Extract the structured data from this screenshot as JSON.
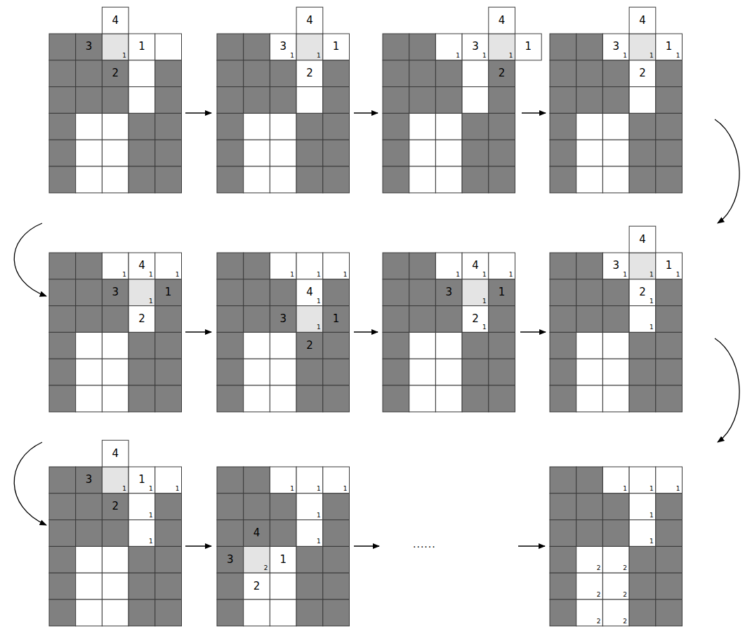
{
  "diagram": {
    "labels": [
      "4",
      "3",
      "1",
      "1",
      "2",
      "4",
      "3",
      "1",
      "1",
      "1",
      "2",
      "4",
      "1",
      "3",
      "1",
      "1",
      "1",
      "2",
      "4",
      "3",
      "1",
      "1",
      "1",
      "1",
      "2",
      "1",
      "4",
      "1",
      "1",
      "3",
      "1",
      "1",
      "2",
      "1",
      "1",
      "1",
      "4",
      "1",
      "3",
      "1",
      "1",
      "2",
      "1",
      "4",
      "1",
      "1",
      "3",
      "1",
      "1",
      "2",
      "1",
      "4",
      "3",
      "1",
      "1",
      "1",
      "1",
      "2",
      "1",
      "1",
      "4",
      "3",
      "1",
      "1",
      "1",
      "1",
      "2",
      "1",
      "1",
      "1",
      "1",
      "1",
      "1",
      "4",
      "1",
      "3",
      "2",
      "1",
      "2",
      "1",
      "1",
      "1",
      "1",
      "1",
      "2",
      "2",
      "2",
      "2",
      "2",
      "2",
      "......"
    ]
  }
}
